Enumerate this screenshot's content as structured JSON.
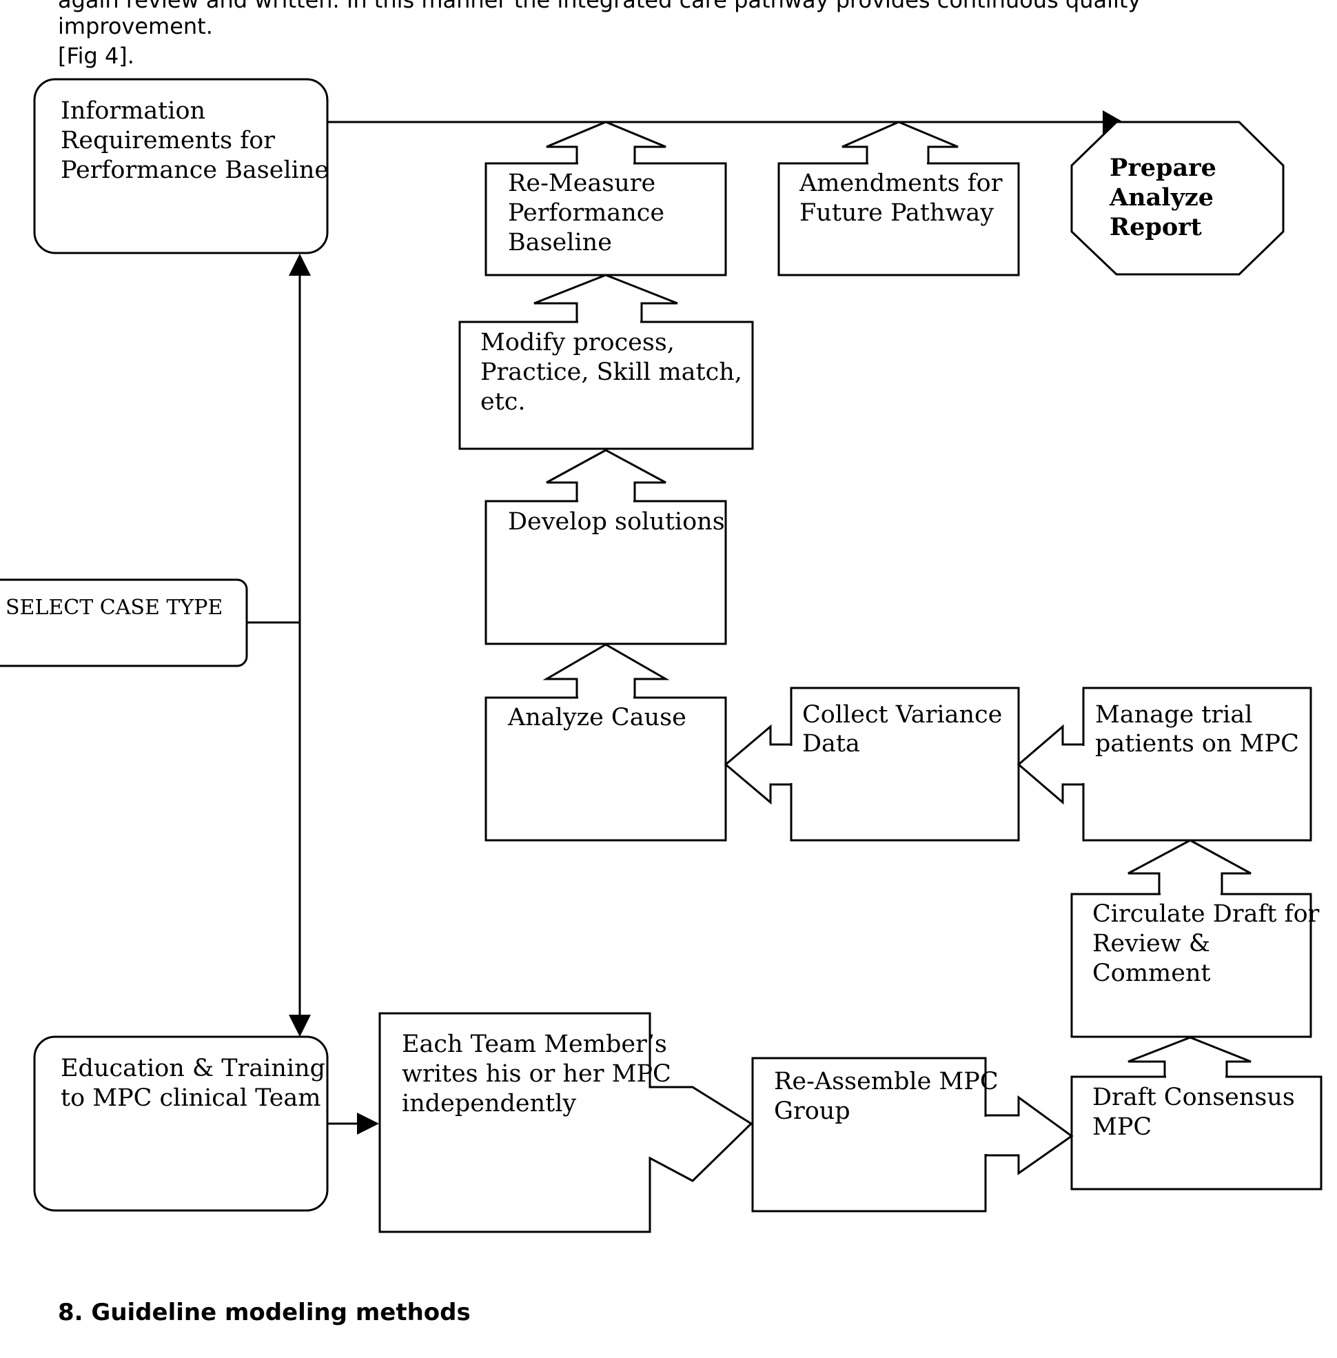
{
  "intro": {
    "line1": "again review and written. In this manner the integrated care pathway provides continuous quality",
    "line2": "improvement.",
    "fig_ref": "[Fig 4]."
  },
  "diagram": {
    "info_requirements": [
      "Information",
      "Requirements for",
      "Performance Baseline"
    ],
    "re_measure": [
      "Re-Measure",
      "Performance",
      "Baseline"
    ],
    "amendments": [
      "Amendments for",
      "Future Pathway"
    ],
    "prepare_report": [
      "Prepare",
      "Analyze",
      "Report"
    ],
    "modify_process": [
      "Modify process,",
      "Practice, Skill match,",
      "etc."
    ],
    "develop_solutions": [
      "Develop solutions"
    ],
    "select_case_type": [
      "SELECT CASE TYPE"
    ],
    "analyze_cause": [
      "Analyze Cause"
    ],
    "collect_variance": [
      "Collect Variance",
      "Data"
    ],
    "manage_trial": [
      "Manage trial",
      "patients on MPC"
    ],
    "circulate_draft": [
      "Circulate Draft for",
      "Review &",
      "Comment"
    ],
    "education_training": [
      "Education & Training",
      "to MPC clinical Team"
    ],
    "each_team_member": [
      "Each Team Member’s",
      "writes his or her MPC",
      "independently"
    ],
    "re_assemble": [
      "Re-Assemble MPC",
      "Group"
    ],
    "draft_consensus": [
      "Draft Consensus",
      "MPC"
    ]
  },
  "section_heading": "8. Guideline modeling methods"
}
